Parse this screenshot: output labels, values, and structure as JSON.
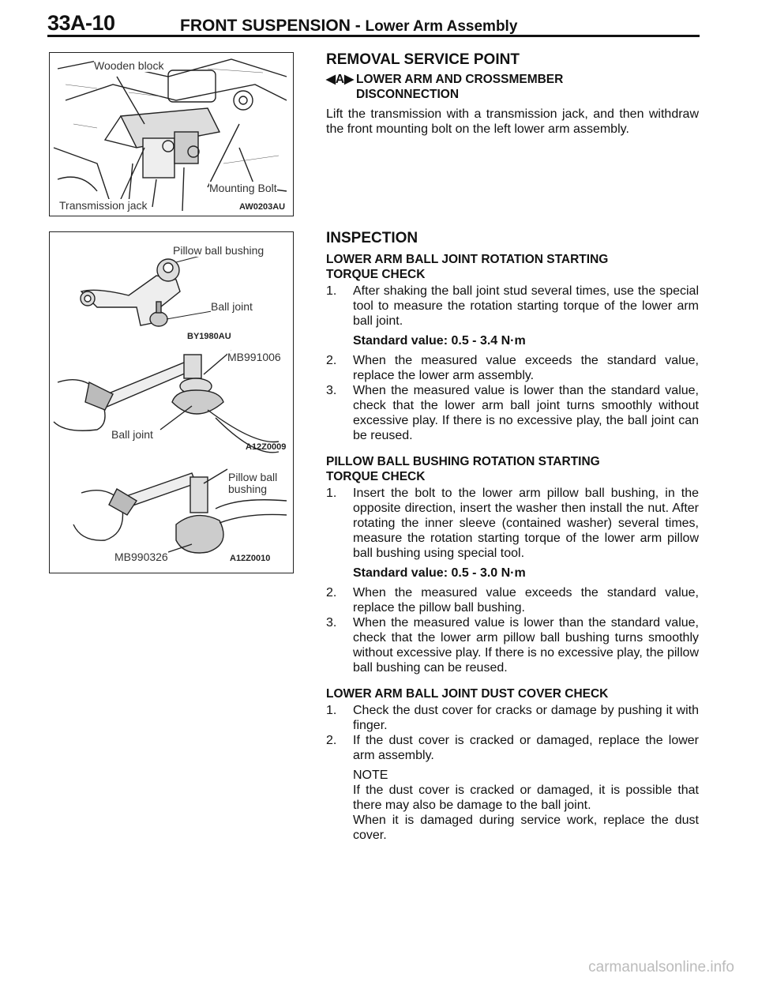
{
  "header": {
    "page_number": "33A-10",
    "section": "FRONT SUSPENSION - ",
    "subsection": "Lower Arm Assembly"
  },
  "figures": {
    "fig1": {
      "labels": [
        "Wooden block",
        "Mounting Bolt",
        "Transmission jack"
      ],
      "code": "AW0203AU"
    },
    "fig2": {
      "labels": [
        "Pillow ball bushing",
        "Ball joint"
      ],
      "code": "BY1980AU"
    },
    "fig3": {
      "labels": [
        "MB991006",
        "Ball joint"
      ],
      "code": "A12Z0009"
    },
    "fig4": {
      "labels": [
        "Pillow ball",
        "bushing",
        "MB990326"
      ],
      "code": "A12Z0010"
    }
  },
  "removal": {
    "title": "REMOVAL SERVICE POINT",
    "marker": "A",
    "subtitle_line1": "LOWER ARM AND CROSSMEMBER",
    "subtitle_line2": "DISCONNECTION",
    "body": "Lift the transmission with a transmission jack, and then withdraw the front mounting bolt on the left lower arm assembly."
  },
  "inspection": {
    "title": "INSPECTION",
    "ball_joint": {
      "title_line1": "LOWER ARM BALL JOINT ROTATION STARTING",
      "title_line2": "TORQUE CHECK",
      "step1": "After shaking the ball joint stud several times, use the special tool to measure the rotation starting torque of the lower arm ball joint.",
      "standard": "Standard value: 0.5 - 3.4 N·m",
      "step2": "When the measured value exceeds the standard value, replace the lower arm assembly.",
      "step3": "When the measured value is lower than the standard value, check that the lower arm ball joint turns smoothly without excessive play. If there is no excessive play, the ball joint can be reused."
    },
    "bushing": {
      "title_line1": "PILLOW BALL BUSHING ROTATION STARTING",
      "title_line2": "TORQUE CHECK",
      "step1": "Insert the bolt to the lower arm pillow ball bushing, in the opposite direction, insert the washer then install the nut. After rotating the inner sleeve (contained washer) several times, measure the rotation starting torque of the lower arm pillow ball bushing using special tool.",
      "standard": "Standard value: 0.5 - 3.0 N·m",
      "step2": "When the measured value exceeds the standard value, replace the pillow ball bushing.",
      "step3": "When the measured value is lower than the standard value, check that the lower arm pillow ball bushing turns smoothly without excessive play. If there is no excessive play, the pillow ball bushing can be reused."
    },
    "dust_cover": {
      "title": "LOWER ARM BALL JOINT DUST COVER CHECK",
      "step1": "Check the dust cover for cracks or damage by pushing it with finger.",
      "step2": "If the dust cover is cracked or damaged, replace the lower arm assembly.",
      "note_label": "NOTE",
      "note_line1": "If the dust cover is cracked or damaged, it is possible that there may also be damage to the ball joint.",
      "note_line2": "When it is damaged during service work, replace the dust cover."
    }
  },
  "step_numbers": [
    "1.",
    "2.",
    "3."
  ],
  "watermark": "carmanualsonline.info"
}
